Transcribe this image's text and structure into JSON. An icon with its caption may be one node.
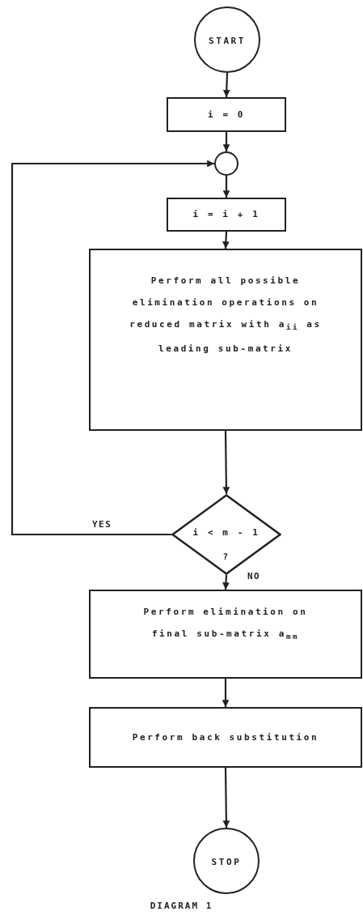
{
  "diagram": {
    "caption": "DIAGRAM 1",
    "nodes": [
      {
        "text": [
          "START"
        ]
      },
      {
        "text": [
          "i = 0"
        ]
      },
      {
        "text": [],
        "shape": "circle"
      },
      {
        "text": [
          "i = i + 1"
        ]
      },
      {
        "text": [
          "Perform all possible elimination operations on reduced matrix with a$_{ii}$ as leading sub-matrix"
        ]
      },
      {
        "text": [
          "i < m - 1",
          "?"
        ]
      },
      {
        "text": [
          "Perform elimination on final sub-matrix a$_{mm}$"
        ]
      },
      {
        "text": [
          "Perform back substitution"
        ]
      },
      {
        "text": [
          "STOP"
        ]
      }
    ],
    "edges": [
      {
        "from": 0,
        "to": 1,
        "arrow": "to"
      },
      {
        "from": 1,
        "to": 2,
        "arrow": "to"
      },
      {
        "from": 2,
        "to": 3,
        "arrow": "to"
      },
      {
        "from": 3,
        "to": 4,
        "arrow": "to"
      },
      {
        "from": 4,
        "to": 5,
        "arrow": "to"
      },
      {
        "from": 5,
        "to": 2,
        "arrow": "to",
        "label": "YES"
      },
      {
        "from": 5,
        "to": 6,
        "arrow": "to",
        "label": "NO"
      },
      {
        "from": 6,
        "to": 7,
        "arrow": "to"
      },
      {
        "from": 7,
        "to": 8,
        "arrow": "to"
      }
    ]
  }
}
